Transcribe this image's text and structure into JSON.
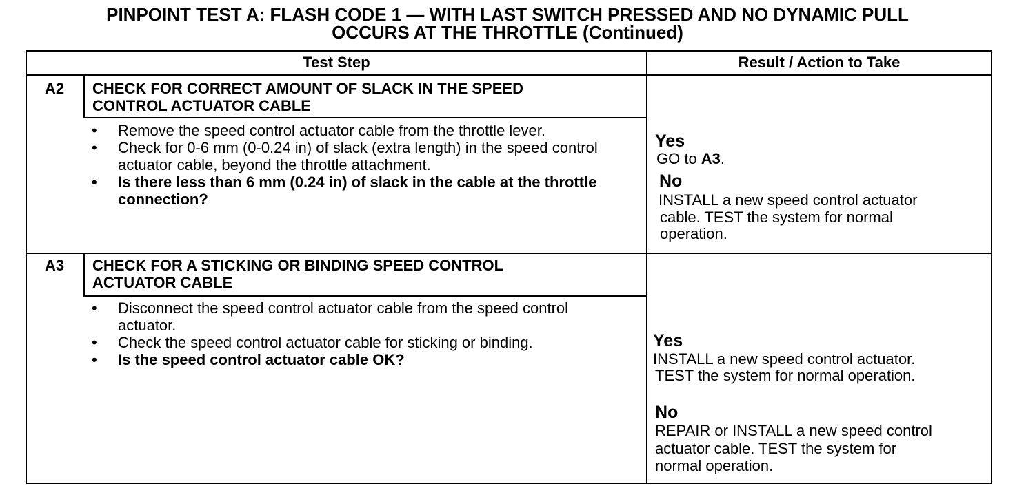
{
  "title": {
    "line1": "PINPOINT TEST  A: FLASH CODE 1 — WITH LAST SWITCH PRESSED AND NO DYNAMIC PULL",
    "line2": "OCCURS AT THE THROTTLE (Continued)"
  },
  "table": {
    "header_step": "Test Step",
    "header_result": "Result / Action to Take",
    "steps": [
      {
        "id": "A2",
        "title_line1": "CHECK FOR CORRECT AMOUNT OF SLACK IN THE SPEED",
        "title_line2": "CONTROL ACTUATOR CABLE",
        "bullets": [
          "Remove the speed control actuator cable from the throttle lever.",
          "Check for 0-6 mm (0-0.24 in) of slack (extra length) in the speed control actuator cable, beyond the throttle attachment.",
          "Is there less than 6 mm (0.24 in) of slack in the cable at the throttle connection?"
        ],
        "bullet_symbol": "•",
        "yes_label": "Yes",
        "yes_prefix": "GO to ",
        "yes_ref": "A3",
        "yes_suffix": ".",
        "no_label": "No",
        "no_line1": "INSTALL a new speed control actuator",
        "no_line2": "cable. TEST the system for normal",
        "no_line3": "operation."
      },
      {
        "id": "A3",
        "title_line1": "CHECK FOR A STICKING OR BINDING SPEED CONTROL",
        "title_line2": "ACTUATOR CABLE",
        "bullets": [
          "Disconnect the speed control actuator cable from the speed control actuator.",
          "Check the speed control actuator cable for sticking or binding.",
          "Is the speed control actuator cable OK?"
        ],
        "bullet_symbol": "•",
        "yes_label": "Yes",
        "yes_line1": "INSTALL a new speed control actuator.",
        "yes_line2": "TEST the system for normal operation.",
        "no_label": "No",
        "no_line1": "REPAIR or INSTALL a new speed control",
        "no_line2": "actuator cable. TEST the system for",
        "no_line3": "normal operation."
      }
    ]
  }
}
